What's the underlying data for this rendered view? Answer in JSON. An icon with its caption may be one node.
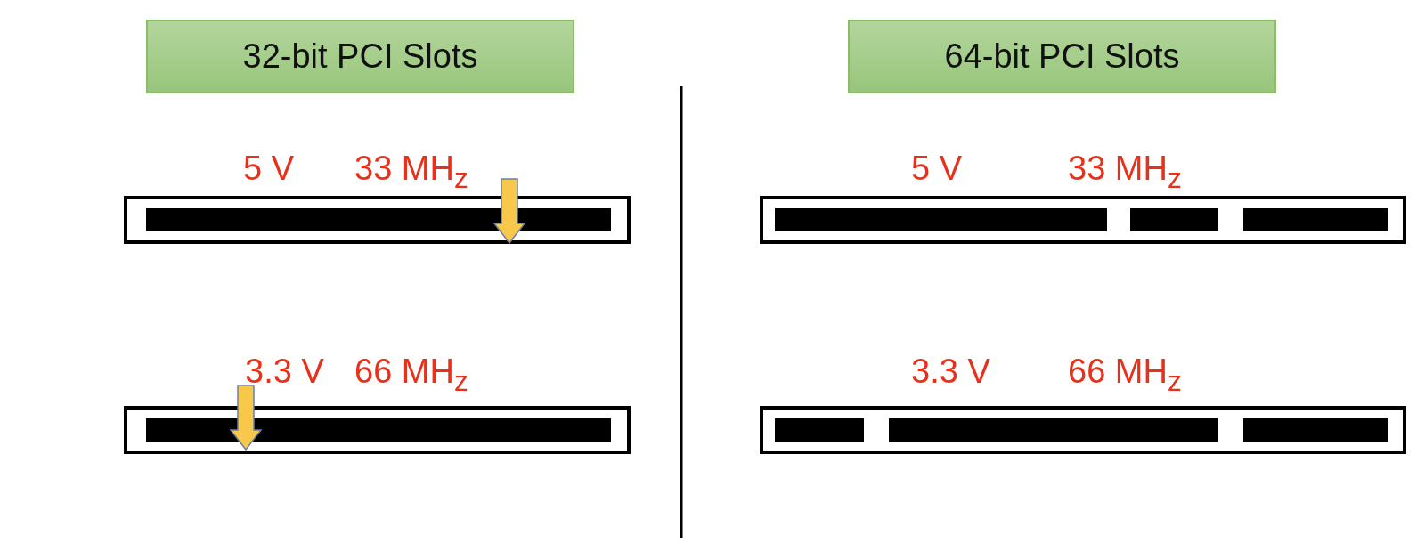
{
  "diagram": {
    "nodes": [
      {
        "text": [
          "32-bit PCI Slots"
        ]
      },
      {
        "text": [
          "64-bit PCI Slots"
        ]
      }
    ],
    "labels": [
      "5 V",
      "33 MH$_{z}$",
      "5 V",
      "33 MH$_{z}$",
      "3.3 V",
      "66 MH$_{z}$",
      "3.3 V",
      "66 MH$_{z}$"
    ]
  }
}
